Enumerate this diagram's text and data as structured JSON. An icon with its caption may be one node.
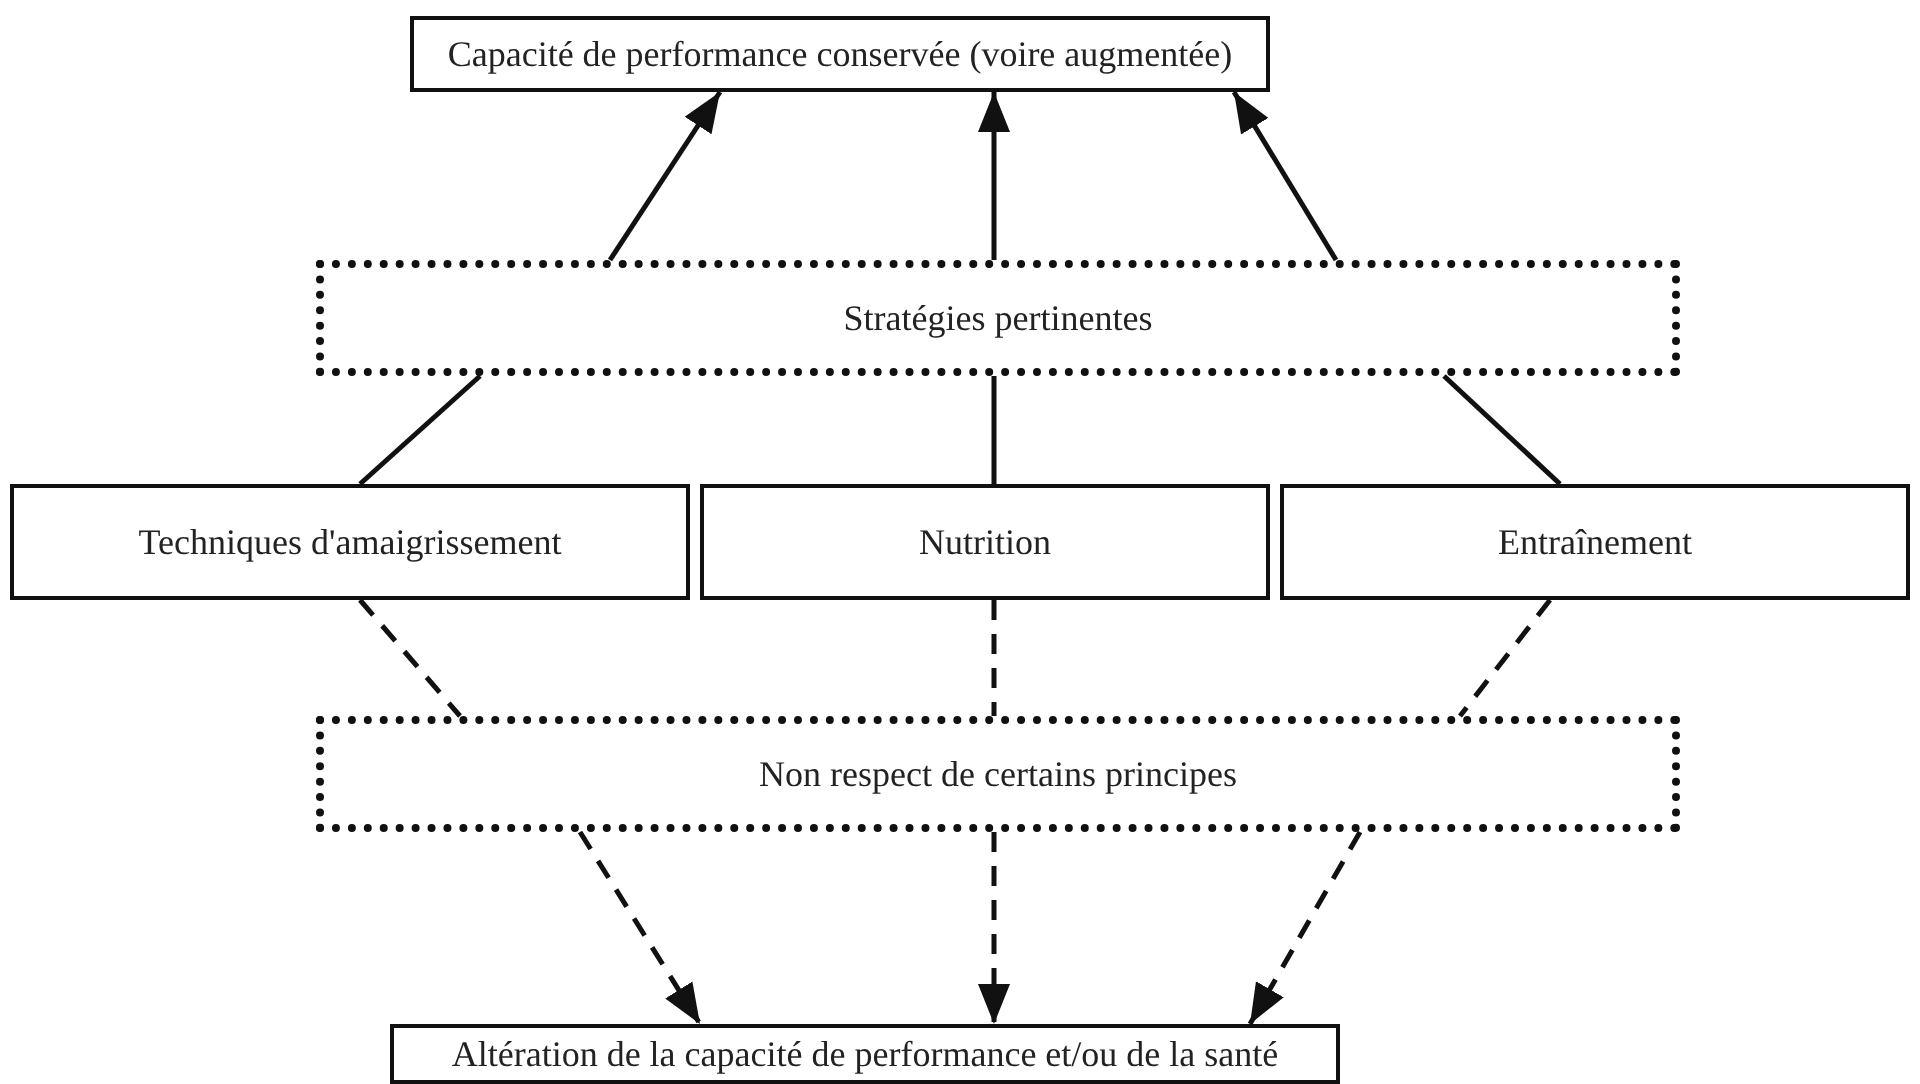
{
  "diagram": {
    "nodes": [
      {
        "text": [
          "Capacité de performance conservée (voire augmentée)"
        ]
      },
      {
        "text": [
          "Stratégies pertinentes"
        ]
      },
      {
        "text": [
          "Techniques d'amaigrissement"
        ]
      },
      {
        "text": [
          "Nutrition"
        ]
      },
      {
        "text": [
          "Entraînement"
        ]
      },
      {
        "text": [
          "Non respect de certains principes"
        ]
      },
      {
        "text": [
          "Altération de la capacité de performance et/ou de la santé"
        ]
      }
    ],
    "edges": [
      {
        "from": 2,
        "to": 1,
        "arrow": "none"
      },
      {
        "from": 3,
        "to": 1,
        "arrow": "none"
      },
      {
        "from": 4,
        "to": 1,
        "arrow": "none"
      },
      {
        "from": 1,
        "to": 0,
        "arrow": "to"
      },
      {
        "from": 1,
        "to": 0,
        "arrow": "to"
      },
      {
        "from": 1,
        "to": 0,
        "arrow": "to"
      },
      {
        "from": 2,
        "to": 5,
        "arrow": "none",
        "style": "dashed"
      },
      {
        "from": 3,
        "to": 5,
        "arrow": "none",
        "style": "dashed"
      },
      {
        "from": 4,
        "to": 5,
        "arrow": "none",
        "style": "dashed"
      },
      {
        "from": 5,
        "to": 6,
        "arrow": "to",
        "style": "dashed"
      },
      {
        "from": 5,
        "to": 6,
        "arrow": "to",
        "style": "dashed"
      },
      {
        "from": 5,
        "to": 6,
        "arrow": "to",
        "style": "dashed"
      }
    ]
  }
}
